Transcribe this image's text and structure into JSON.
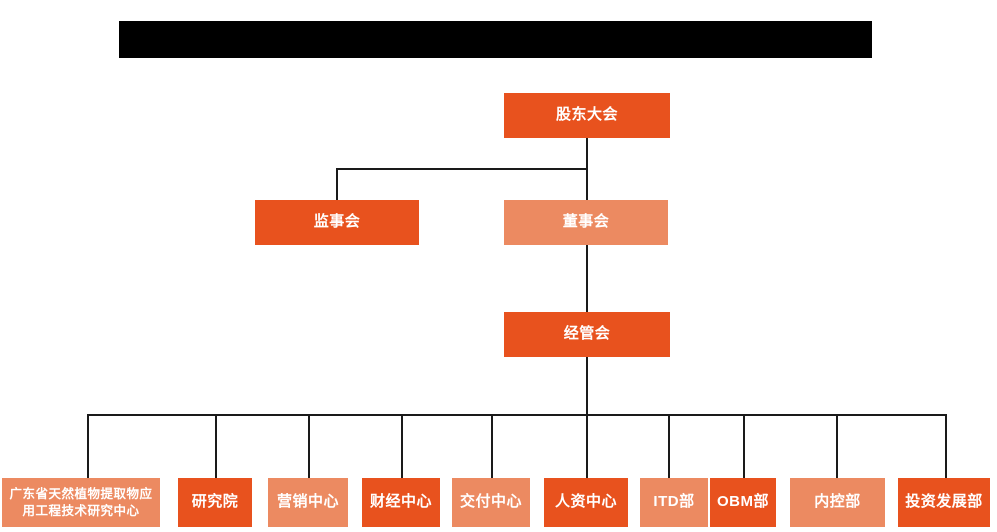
{
  "chart_data": {
    "type": "diagram",
    "diagram_kind": "organization-chart",
    "title": "",
    "background": "#ffffff",
    "colors": {
      "dark_orange": "#e8521e",
      "light_salmon": "#ec8a61",
      "connector": "#1a1a1a",
      "redaction": "#000000",
      "node_text": "#ffffff"
    },
    "levels": [
      {
        "level": 1,
        "nodes": [
          "股东大会"
        ]
      },
      {
        "level": 2,
        "nodes": [
          "监事会",
          "董事会"
        ]
      },
      {
        "level": 3,
        "nodes": [
          "经管会"
        ]
      },
      {
        "level": 4,
        "nodes": [
          "广东省天然植物提取物应用工程技术研究中心",
          "研究院",
          "营销中心",
          "财经中心",
          "交付中心",
          "人资中心",
          "ITD部",
          "OBM部",
          "内控部",
          "投资发展部"
        ]
      }
    ],
    "edges": [
      {
        "from": "股东大会",
        "to": "监事会"
      },
      {
        "from": "股东大会",
        "to": "董事会"
      },
      {
        "from": "董事会",
        "to": "经管会"
      },
      {
        "from": "经管会",
        "to": "广东省天然植物提取物应用工程技术研究中心"
      },
      {
        "from": "经管会",
        "to": "研究院"
      },
      {
        "from": "经管会",
        "to": "营销中心"
      },
      {
        "from": "经管会",
        "to": "财经中心"
      },
      {
        "from": "经管会",
        "to": "交付中心"
      },
      {
        "from": "经管会",
        "to": "人资中心"
      },
      {
        "from": "经管会",
        "to": "ITD部"
      },
      {
        "from": "经管会",
        "to": "OBM部"
      },
      {
        "from": "经管会",
        "to": "内控部"
      },
      {
        "from": "经管会",
        "to": "投资发展部"
      }
    ]
  },
  "header": {
    "redaction_label": ""
  },
  "nodes": {
    "shareholders_meeting": {
      "label": "股东大会",
      "tone": "dark"
    },
    "board_of_supervisors": {
      "label": "监事会",
      "tone": "dark"
    },
    "board_of_directors": {
      "label": "董事会",
      "tone": "light"
    },
    "management_committee": {
      "label": "经管会",
      "tone": "dark"
    }
  },
  "departments": [
    {
      "label": "广东省天然植物提取物应\n用工程技术研究中心",
      "tone": "light"
    },
    {
      "label": "研究院",
      "tone": "dark"
    },
    {
      "label": "营销中心",
      "tone": "light"
    },
    {
      "label": "财经中心",
      "tone": "dark"
    },
    {
      "label": "交付中心",
      "tone": "light"
    },
    {
      "label": "人资中心",
      "tone": "dark"
    },
    {
      "label": "ITD部",
      "tone": "light"
    },
    {
      "label": "OBM部",
      "tone": "dark"
    },
    {
      "label": "内控部",
      "tone": "light"
    },
    {
      "label": "投资发展部",
      "tone": "dark"
    }
  ]
}
